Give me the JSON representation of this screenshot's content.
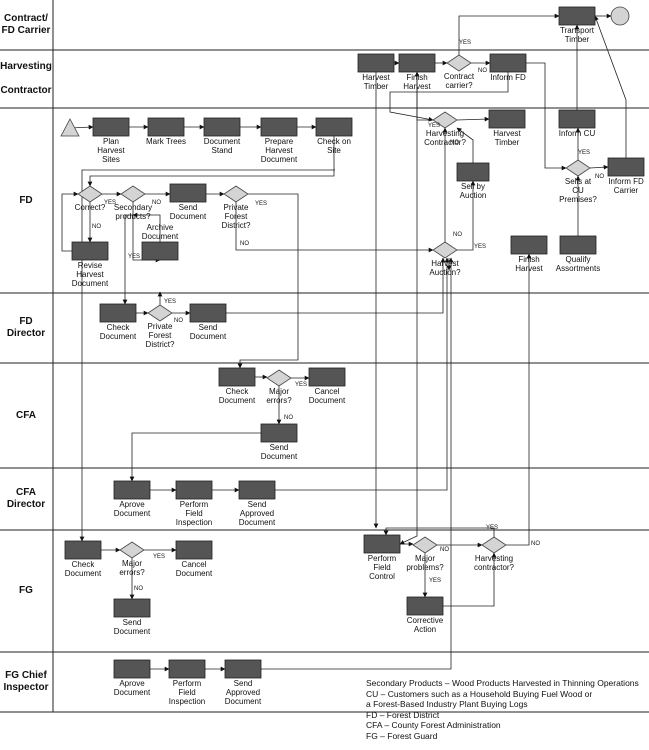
{
  "lanes": [
    {
      "id": "contract-fd-carrier",
      "label": "Contract/\nFD Carrier"
    },
    {
      "id": "harvesting-contractor",
      "label": "Harvesting\n\nContractor"
    },
    {
      "id": "fd",
      "label": "FD"
    },
    {
      "id": "fd-director",
      "label": "FD\nDirector"
    },
    {
      "id": "cfa",
      "label": "CFA"
    },
    {
      "id": "cfa-director",
      "label": "CFA\nDirector"
    },
    {
      "id": "fg",
      "label": "FG"
    },
    {
      "id": "fg-chief-inspector",
      "label": "FG Chief\nInspector"
    }
  ],
  "nodes": [
    {
      "id": "transport-timber",
      "type": "task",
      "label": "Transport\nTimber"
    },
    {
      "id": "end",
      "type": "end",
      "label": ""
    },
    {
      "id": "harvest-timber-hc",
      "type": "task",
      "label": "Harvest\nTimber"
    },
    {
      "id": "finish-harvest-hc",
      "type": "task",
      "label": "Finish\nHarvest"
    },
    {
      "id": "contract-carrier",
      "type": "decision",
      "label": "Contract\ncarrier?"
    },
    {
      "id": "inform-fd",
      "type": "task",
      "label": "Inform FD"
    },
    {
      "id": "start",
      "type": "start",
      "label": ""
    },
    {
      "id": "plan-harvest-sites",
      "type": "task",
      "label": "Plan\nHarvest\nSites"
    },
    {
      "id": "mark-trees",
      "type": "task",
      "label": "Mark Trees"
    },
    {
      "id": "document-stand",
      "type": "task",
      "label": "Document\nStand"
    },
    {
      "id": "prepare-harvest-document",
      "type": "task",
      "label": "Prepare\nHarvest\nDocument"
    },
    {
      "id": "check-on-site",
      "type": "task",
      "label": "Check on\nSite"
    },
    {
      "id": "harvesting-contractor-q-fd",
      "type": "decision",
      "label": "Harvesting\nContractor?"
    },
    {
      "id": "harvest-timber-fd",
      "type": "task",
      "label": "Harvest\nTimber"
    },
    {
      "id": "inform-cu",
      "type": "task",
      "label": "Inform CU"
    },
    {
      "id": "sells-at-cu",
      "type": "decision",
      "label": "Sells at\nCU\nPremises?"
    },
    {
      "id": "inform-fd-carrier",
      "type": "task",
      "label": "Inform FD\nCarrier"
    },
    {
      "id": "correct",
      "type": "decision",
      "label": "Correct?"
    },
    {
      "id": "secondary-products",
      "type": "decision",
      "label": "Secondary\nproducts?"
    },
    {
      "id": "send-document-fd",
      "type": "task",
      "label": "Send\nDocument"
    },
    {
      "id": "private-forest-district-fd",
      "type": "decision",
      "label": "Private\nForest\nDistrict?"
    },
    {
      "id": "sell-by-auction",
      "type": "task",
      "label": "Sell by\nAuction"
    },
    {
      "id": "revise-harvest-document",
      "type": "task",
      "label": "Revise\nHarvest\nDocument"
    },
    {
      "id": "archive-document",
      "type": "task",
      "label": "Archive\nDocument"
    },
    {
      "id": "harvest-auction",
      "type": "decision",
      "label": "Harvest\nAuction?"
    },
    {
      "id": "finish-harvest-fd",
      "type": "task",
      "label": "Finish\nHarvest"
    },
    {
      "id": "qualify-assortments",
      "type": "task",
      "label": "Qualify\nAssortments"
    },
    {
      "id": "check-document-fdd",
      "type": "task",
      "label": "Check\nDocument"
    },
    {
      "id": "private-forest-district-fdd",
      "type": "decision",
      "label": "Private\nForest\nDistrict?"
    },
    {
      "id": "send-document-fdd",
      "type": "task",
      "label": "Send\nDocument"
    },
    {
      "id": "check-document-cfa",
      "type": "task",
      "label": "Check\nDocument"
    },
    {
      "id": "major-errors-cfa",
      "type": "decision",
      "label": "Major\nerrors?"
    },
    {
      "id": "cancel-document-cfa",
      "type": "task",
      "label": "Cancel\nDocument"
    },
    {
      "id": "send-document-cfa",
      "type": "task",
      "label": "Send\nDocument"
    },
    {
      "id": "aprove-document-cfad",
      "type": "task",
      "label": "Aprove\nDocument"
    },
    {
      "id": "perform-field-inspection-cfad",
      "type": "task",
      "label": "Perform\nField\nInspection"
    },
    {
      "id": "send-approved-document-cfad",
      "type": "task",
      "label": "Send\nApproved\nDocument"
    },
    {
      "id": "check-document-fg",
      "type": "task",
      "label": "Check\nDocument"
    },
    {
      "id": "major-errors-fg",
      "type": "decision",
      "label": "Major\nerrors?"
    },
    {
      "id": "cancel-document-fg",
      "type": "task",
      "label": "Cancel\nDocument"
    },
    {
      "id": "send-document-fg",
      "type": "task",
      "label": "Send\nDocument"
    },
    {
      "id": "perform-field-control",
      "type": "task",
      "label": "Perform\nField\nControl"
    },
    {
      "id": "major-problems",
      "type": "decision",
      "label": "Major\nproblems?"
    },
    {
      "id": "harvesting-contractor-q-fg",
      "type": "decision",
      "label": "Harvesting\ncontractor?"
    },
    {
      "id": "corrective-action",
      "type": "task",
      "label": "Corrective\nAction"
    },
    {
      "id": "aprove-document-fgci",
      "type": "task",
      "label": "Aprove\nDocument"
    },
    {
      "id": "perform-field-inspection-fgci",
      "type": "task",
      "label": "Perform\nField\nInspection"
    },
    {
      "id": "send-approved-document-fgci",
      "type": "task",
      "label": "Send\nApproved\nDocument"
    }
  ],
  "edge_labels": {
    "yes": "YES",
    "no": "NO"
  },
  "legend": [
    "Secondary Products – Wood Products Harvested in Thinning Operations",
    "CU – Customers such as a Household Buying Fuel Wood or\n        a Forest-Based Industry Plant Buying Logs",
    "FD – Forest District",
    "CFA – County Forest Administration",
    "FG – Forest Guard"
  ],
  "colors": {
    "task": "#555555",
    "decision": "#d4d4d4",
    "line": "#222222",
    "lane_border": "#222222"
  }
}
